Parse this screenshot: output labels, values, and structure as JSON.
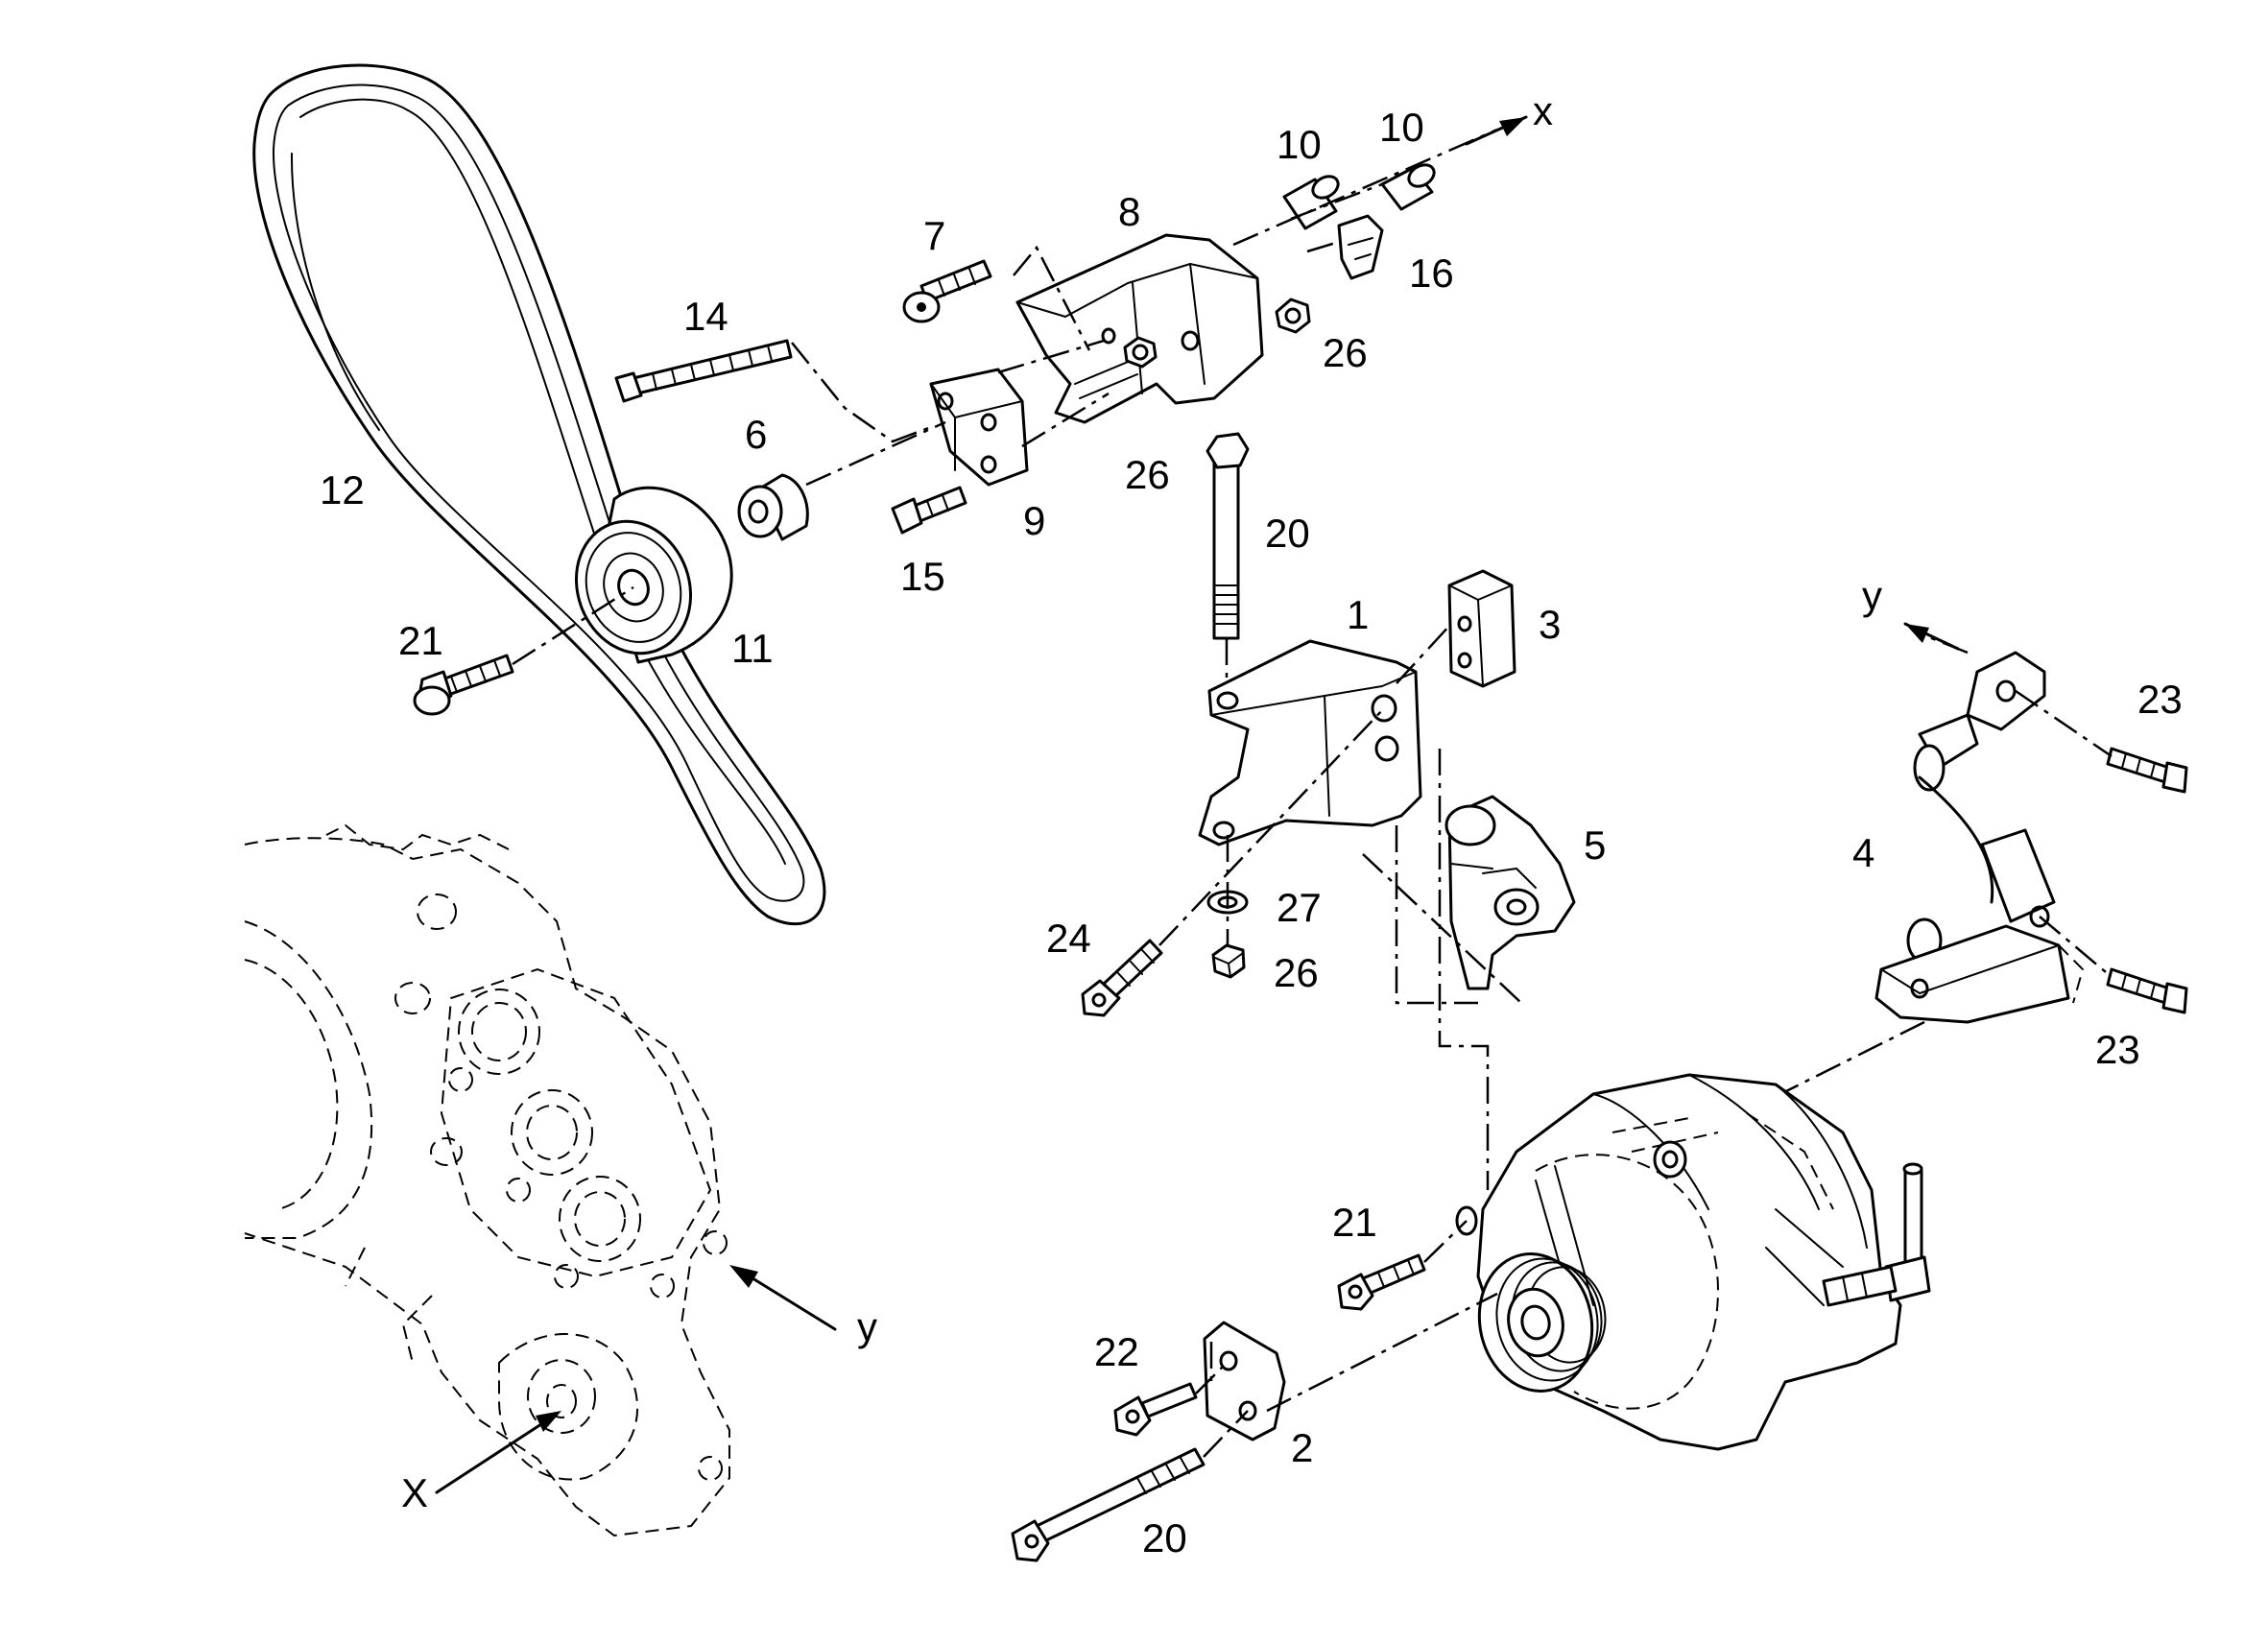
{
  "labels": {
    "x_top": "x",
    "n10a": "10",
    "n10b": "10",
    "n8": "8",
    "n7": "7",
    "n16": "16",
    "n14": "14",
    "n26a": "26",
    "n6": "6",
    "n26b": "26",
    "n12": "12",
    "n20a": "20",
    "n9": "9",
    "n15": "15",
    "n21a": "21",
    "n11": "11",
    "n1": "1",
    "n3": "3",
    "y_right": "y",
    "n23a": "23",
    "n4": "4",
    "n5": "5",
    "n27": "27",
    "n24": "24",
    "n26c": "26",
    "n23b": "23",
    "n21b": "21",
    "y_left": "y",
    "n22": "22",
    "n2": "2",
    "X_left": "X",
    "n20b": "20"
  }
}
